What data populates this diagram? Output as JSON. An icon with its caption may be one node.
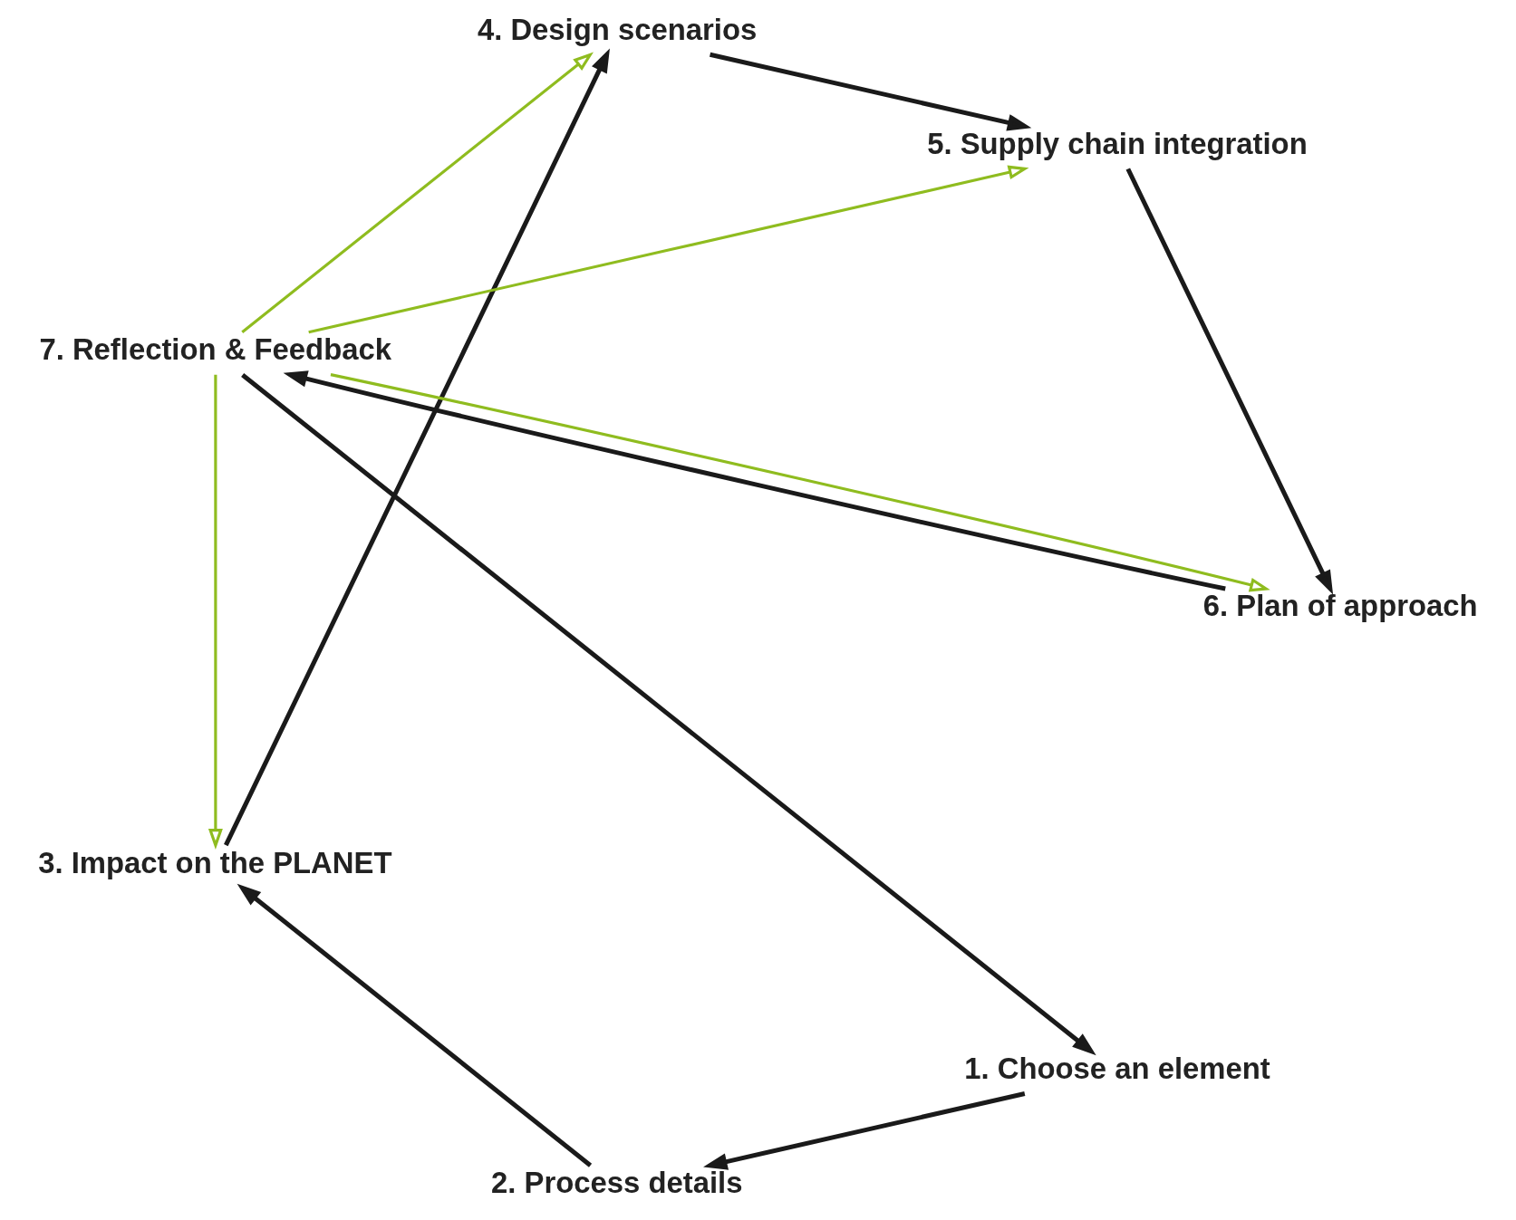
{
  "diagram": {
    "nodes": [
      {
        "text": [
          "1. Choose an element"
        ]
      },
      {
        "text": [
          "2. Process details"
        ]
      },
      {
        "text": [
          "3. Impact on the PLANET"
        ]
      },
      {
        "text": [
          "4. Design scenarios"
        ]
      },
      {
        "text": [
          "5. Supply chain integration"
        ]
      },
      {
        "text": [
          "6. Plan of approach"
        ]
      },
      {
        "text": [
          "7. Reflection & Feedback"
        ]
      }
    ],
    "edges": [
      {
        "from": 0,
        "to": 1,
        "arrow": "to"
      },
      {
        "from": 1,
        "to": 2,
        "arrow": "to"
      },
      {
        "from": 2,
        "to": 3,
        "arrow": "to"
      },
      {
        "from": 3,
        "to": 4,
        "arrow": "to"
      },
      {
        "from": 4,
        "to": 5,
        "arrow": "to"
      },
      {
        "from": 5,
        "to": 6,
        "arrow": "to"
      },
      {
        "from": 6,
        "to": 0,
        "arrow": "to"
      },
      {
        "from": 6,
        "to": 5,
        "arrow": "to",
        "color": "#8fbc1f"
      },
      {
        "from": 6,
        "to": 4,
        "arrow": "to",
        "color": "#8fbc1f"
      },
      {
        "from": 6,
        "to": 3,
        "arrow": "to",
        "color": "#8fbc1f"
      },
      {
        "from": 6,
        "to": 2,
        "arrow": "to",
        "color": "#8fbc1f"
      }
    ]
  }
}
